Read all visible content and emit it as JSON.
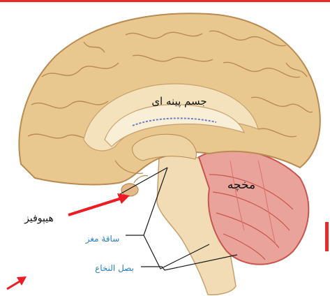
{
  "labels": {
    "corpus_callosum": "جسم پینه ای",
    "cerebellum": "مخچه",
    "pituitary": "هیپوفیز",
    "brainstem": "ساقهٔ مغز",
    "medulla": "بصل النخاع"
  },
  "colors": {
    "cortex_fill": "#e8c88f",
    "cortex_line": "#b98a52",
    "inner_fill": "#f4e2bd",
    "cerebellum_fill": "#e9a39a",
    "cerebellum_dark": "#c9554d",
    "stem_fill": "#f1dcb6",
    "red_arrow": "#ee1b24",
    "blue_label": "#2a7fc1",
    "top_rule": "#e62b2b"
  },
  "icons": [
    "red-arrow-icon",
    "red-arrow-fragment-icon"
  ]
}
